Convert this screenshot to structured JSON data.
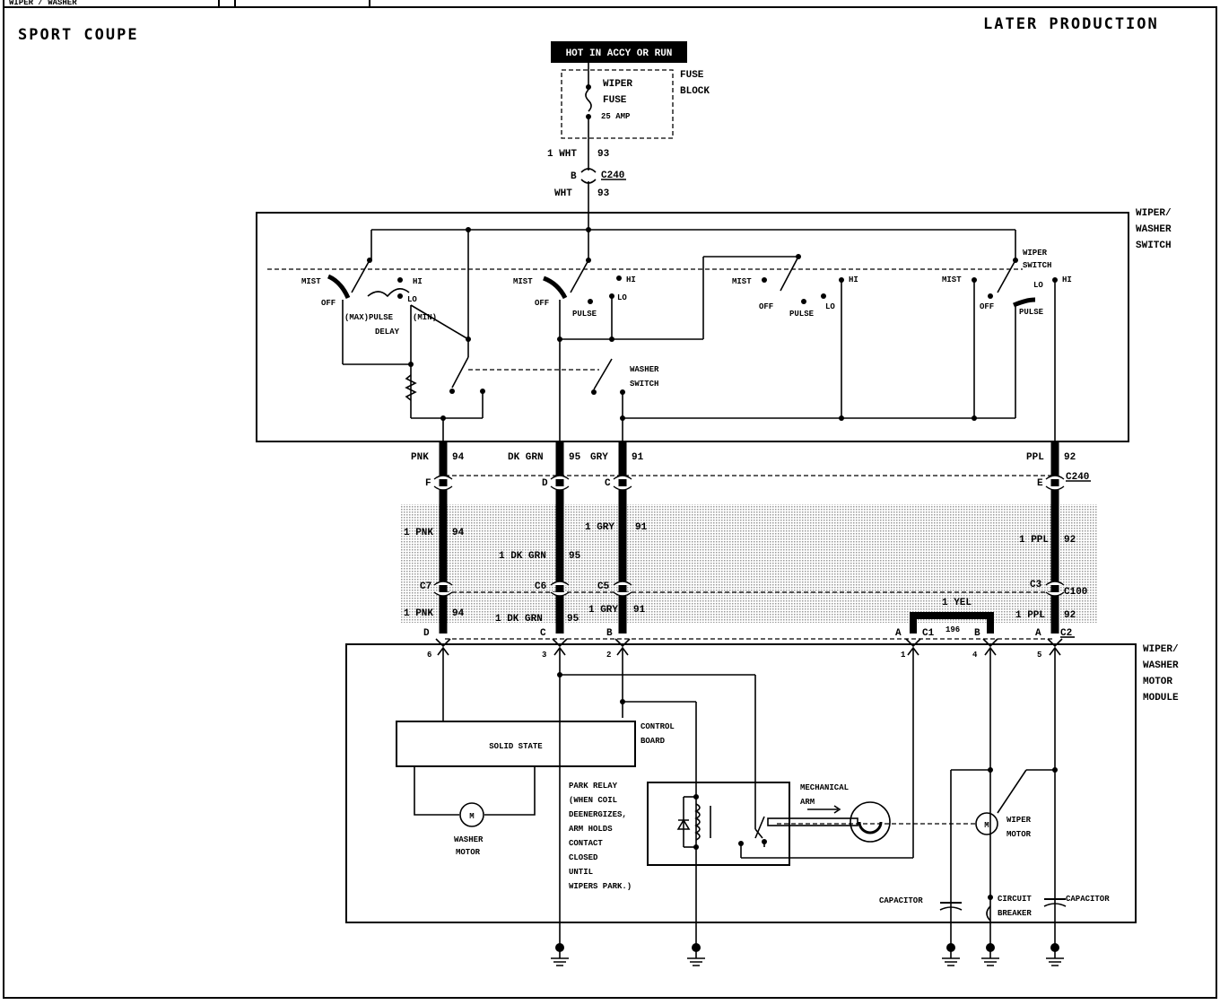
{
  "header": {
    "top_strip": "WIPER / WASHER",
    "model": "SPORT COUPE",
    "production": "LATER PRODUCTION"
  },
  "power": {
    "hot_label": "HOT IN ACCY OR RUN"
  },
  "fuse_block": {
    "label1": "FUSE",
    "label2": "BLOCK",
    "fuse_name1": "WIPER",
    "fuse_name2": "FUSE",
    "fuse_rating": "25 AMP"
  },
  "c240_top": {
    "wire1": "1 WHT",
    "circuit1": "93",
    "pin": "B",
    "connector": "C240",
    "wire2": "WHT",
    "circuit2": "93"
  },
  "switch": {
    "title": [
      "WIPER/",
      "WASHER",
      "SWITCH"
    ],
    "sec1": {
      "mist": "MIST",
      "off": "OFF",
      "hi": "HI",
      "lo": "LO",
      "maxpulse": "(MAX)PULSE",
      "min": "(MIN)",
      "delay": "DELAY"
    },
    "sec2": {
      "mist": "MIST",
      "off": "OFF",
      "hi": "HI",
      "lo": "LO",
      "pulse": "PULSE"
    },
    "sec3": {
      "mist": "MIST",
      "off": "OFF",
      "hi": "HI",
      "lo": "LO",
      "pulse": "PULSE"
    },
    "sec4": {
      "mist": "MIST",
      "off": "OFF",
      "hi": "HI",
      "lo": "LO",
      "pulse": "PULSE",
      "wiper_switch": [
        "WIPER",
        "SWITCH"
      ]
    },
    "washer_switch": [
      "WASHER",
      "SWITCH"
    ]
  },
  "harness_top": {
    "pnk": "PNK",
    "c94": "94",
    "dkgrn": "DK GRN",
    "c95": "95",
    "gry": "GRY",
    "c91": "91",
    "ppl": "PPL",
    "c92": "92",
    "pin_f": "F",
    "pin_d": "D",
    "pin_c": "C",
    "pin_e": "E",
    "connector": "C240"
  },
  "harness_mid": {
    "pnk": "1 PNK",
    "c94": "94",
    "gry": "1 GRY",
    "c91": "91",
    "dkgrn": "1 DK GRN",
    "c95": "95",
    "ppl": "1 PPL",
    "c92": "92",
    "c7": "C7",
    "c6": "C6",
    "c5": "C5",
    "c3": "C3",
    "c100": "C100",
    "yel": "1 YEL",
    "c196": "196",
    "pnk2": "1 PNK",
    "c94b": "94",
    "dkgrn2": "1 DK GRN",
    "c95b": "95",
    "gry2": "1 GRY",
    "c91b": "91",
    "ppl2": "1 PPL",
    "c92b": "92"
  },
  "module_conn": {
    "d": "D",
    "c": "C",
    "b": "B",
    "a": "A",
    "c1": "C1",
    "b2": "B",
    "a2": "A",
    "c2": "C2",
    "p6": "6",
    "p3": "3",
    "p2": "2",
    "p1": "1",
    "p4": "4",
    "p5": "5"
  },
  "module": {
    "title": [
      "WIPER/",
      "WASHER",
      "MOTOR",
      "MODULE"
    ],
    "solid_state": "SOLID STATE",
    "control_board": [
      "CONTROL",
      "BOARD"
    ],
    "washer_motor": [
      "WASHER",
      "MOTOR"
    ],
    "motor_symbol": "M",
    "park_relay": [
      "PARK RELAY",
      "(WHEN COIL",
      "DEENERGIZES,",
      "ARM HOLDS",
      "CONTACT",
      "CLOSED",
      "UNTIL",
      "WIPERS PARK.)"
    ],
    "mech_arm": [
      "MECHANICAL",
      "ARM"
    ],
    "wiper_motor": [
      "WIPER",
      "MOTOR"
    ],
    "capacitor_left": "CAPACITOR",
    "circuit_breaker": [
      "CIRCUIT",
      "BREAKER"
    ],
    "capacitor_right": "CAPACITOR"
  }
}
